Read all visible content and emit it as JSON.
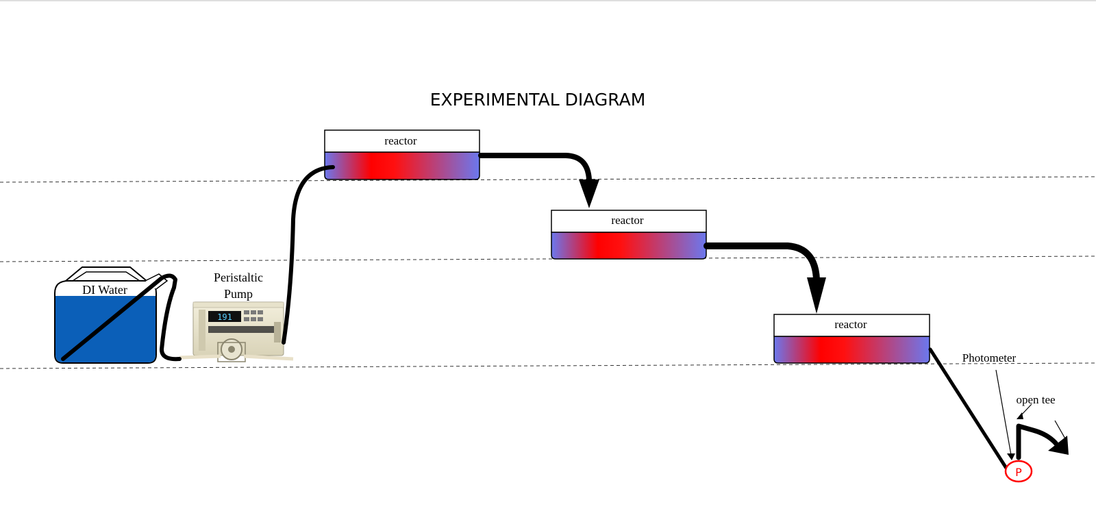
{
  "title": "EXPERIMENTAL DIAGRAM",
  "source": {
    "label": "DI Water"
  },
  "pump": {
    "label_line1": "Peristaltic",
    "label_line2": "Pump",
    "display": "191"
  },
  "reactors": [
    {
      "label": "reactor"
    },
    {
      "label": "reactor"
    },
    {
      "label": "reactor"
    }
  ],
  "photometer": {
    "label": "Photometer",
    "symbol": "P"
  },
  "tee": {
    "label": "open tee"
  },
  "colors": {
    "water": "#0b5fb8",
    "reactor_edge": "#6b78ee",
    "reactor_center": "#ff0000",
    "photometer": "#ff0000",
    "tubing": "#000000"
  }
}
